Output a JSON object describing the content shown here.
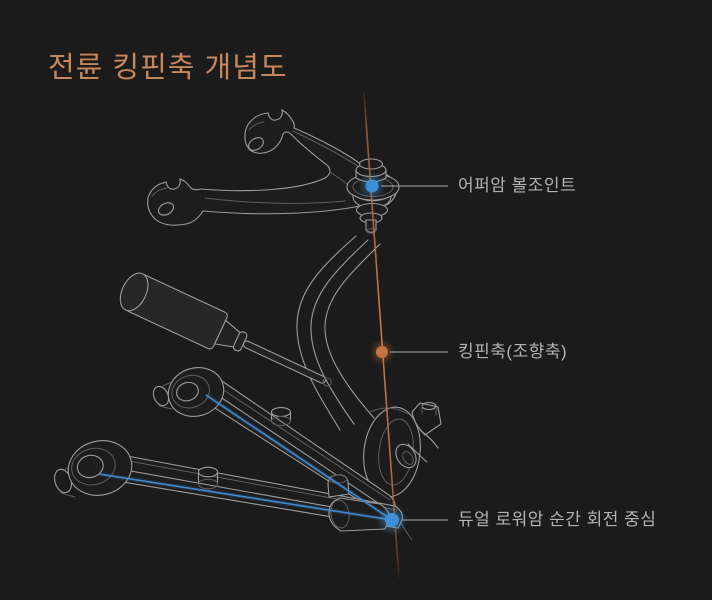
{
  "title": "전륜 킹핀축 개념도",
  "annotations": [
    {
      "text": "어퍼암 볼조인트",
      "marker": "blue-dot-icon"
    },
    {
      "text": "킹핀축(조향축)",
      "marker": "orange-dot-icon"
    },
    {
      "text": "듀얼 로워암 순간 회전 중심",
      "marker": "blue-dot-icon"
    }
  ],
  "colors": {
    "background": "#1b1b1b",
    "title": "#c8875a",
    "label_text": "#b3b3b3",
    "kingpin_line": "#c07040",
    "marker_blue": "#3f8ed8",
    "marker_orange": "#c4713d",
    "leader_line": "#8f8f8f",
    "line_art": "#9c9c9c"
  }
}
